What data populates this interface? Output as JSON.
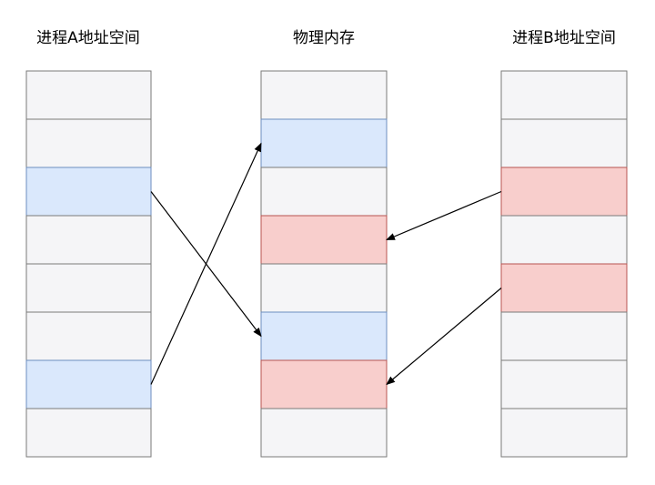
{
  "columns": {
    "process_a": {
      "title": "进程A地址空间",
      "cells": [
        "empty",
        "empty",
        "blue",
        "empty",
        "empty",
        "empty",
        "blue",
        "empty"
      ]
    },
    "physical": {
      "title": "物理内存",
      "cells": [
        "empty",
        "blue",
        "empty",
        "red",
        "empty",
        "blue",
        "red",
        "empty"
      ]
    },
    "process_b": {
      "title": "进程B地址空间",
      "cells": [
        "empty",
        "empty",
        "red",
        "empty",
        "red",
        "empty",
        "empty",
        "empty"
      ]
    }
  },
  "mappings": [
    {
      "from": "process_a",
      "from_index": 2,
      "to": "physical",
      "to_index": 5
    },
    {
      "from": "process_a",
      "from_index": 6,
      "to": "physical",
      "to_index": 1
    },
    {
      "from": "process_b",
      "from_index": 2,
      "to": "physical",
      "to_index": 3
    },
    {
      "from": "process_b",
      "from_index": 4,
      "to": "physical",
      "to_index": 6
    }
  ],
  "colors": {
    "blue_fill": "#dae8fc",
    "blue_stroke": "#6c8ebf",
    "red_fill": "#f8cecc",
    "red_stroke": "#b85450",
    "gray_fill": "#f5f5f7"
  }
}
